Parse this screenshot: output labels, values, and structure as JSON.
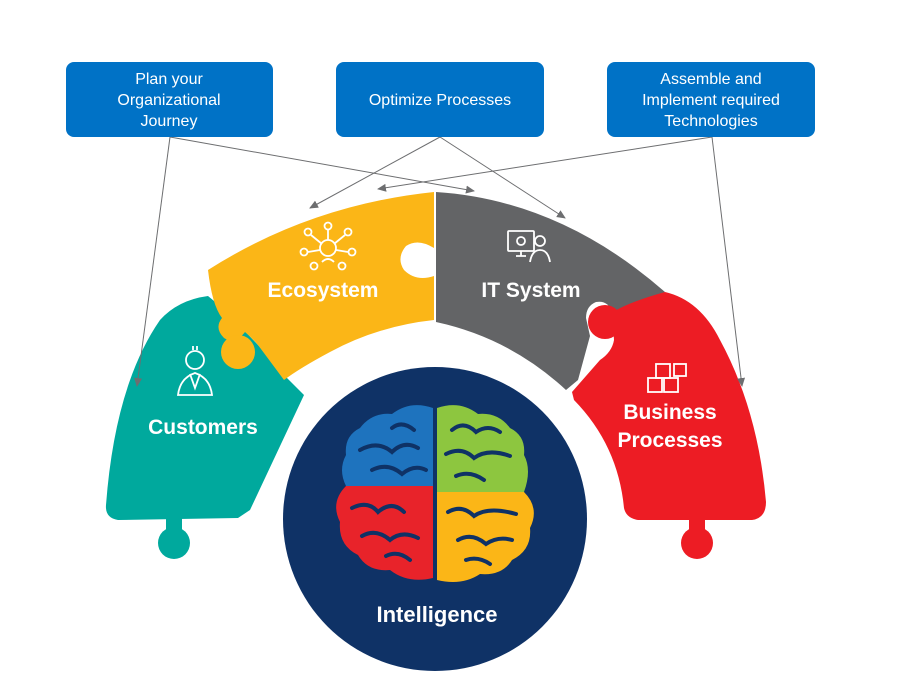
{
  "top_boxes": [
    {
      "lines": [
        "Plan your",
        "Organizational",
        "Journey"
      ]
    },
    {
      "lines": [
        "Optimize Processes"
      ]
    },
    {
      "lines": [
        "Assemble and",
        "Implement required",
        "Technologies"
      ]
    }
  ],
  "segments": {
    "customers": {
      "lines": [
        "Customers"
      ],
      "color": "#00a99d"
    },
    "ecosystem": {
      "lines": [
        "Ecosystem"
      ],
      "color": "#fbb617"
    },
    "it_system": {
      "lines": [
        "IT System"
      ],
      "color": "#636466"
    },
    "business_processes": {
      "lines": [
        "Business",
        "Processes"
      ],
      "color": "#ed1c24"
    }
  },
  "center": {
    "label": "Intelligence",
    "color": "#0f3266"
  },
  "colors": {
    "box": "#0072c6",
    "arrow": "#6d6e70",
    "brain_blue": "#1e73be",
    "brain_green": "#8dc63f",
    "brain_red": "#e8232a",
    "brain_yellow": "#fbb617"
  }
}
